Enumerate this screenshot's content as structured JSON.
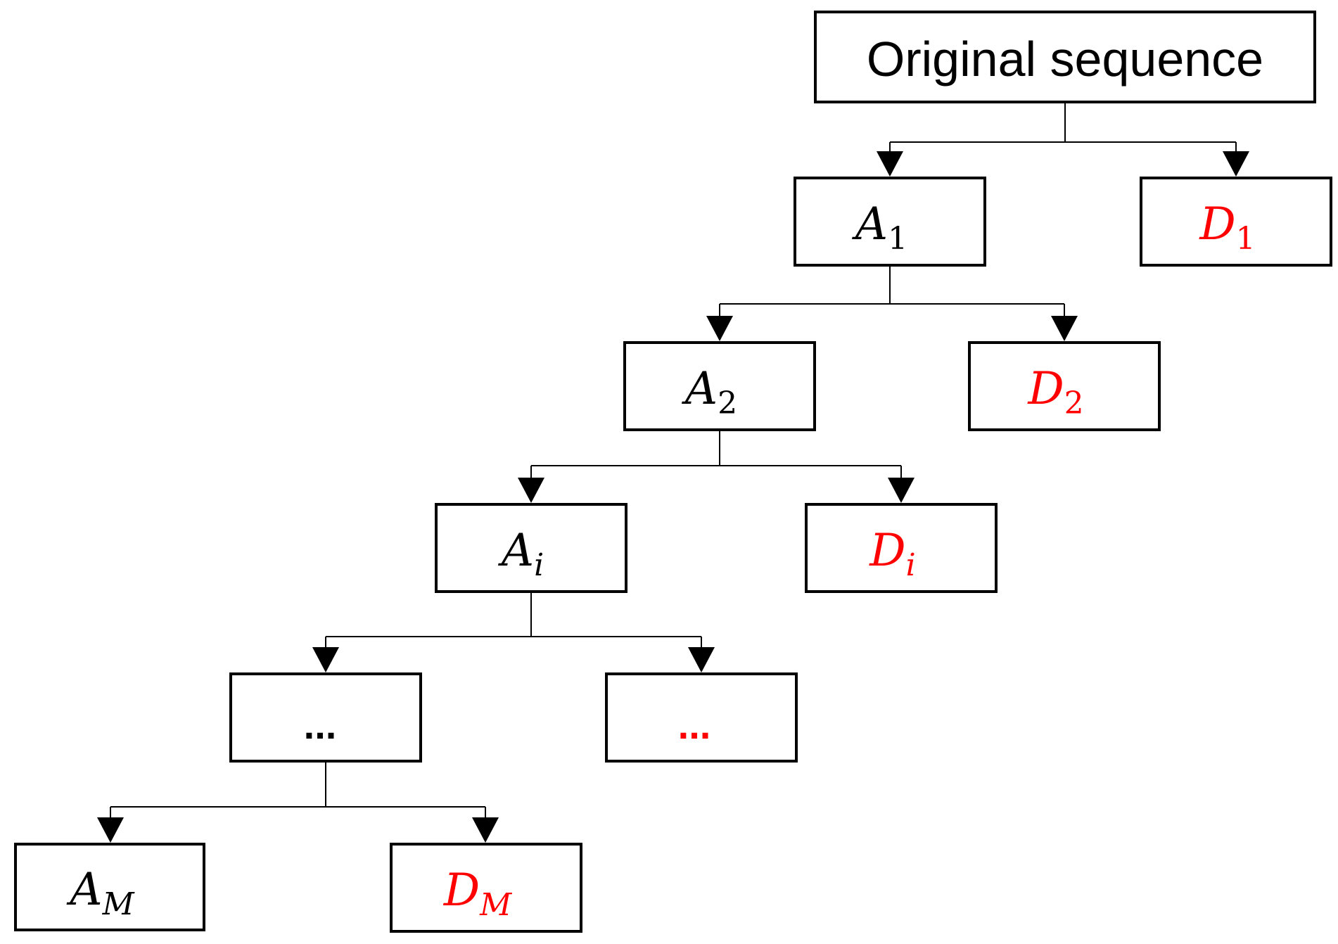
{
  "colors": {
    "approx": "#000000",
    "detail": "#ff0000",
    "line": "#000000"
  },
  "root": {
    "label": "Original sequence"
  },
  "levels": [
    {
      "approx": {
        "main": "A",
        "sub": "1"
      },
      "detail": {
        "main": "D",
        "sub": "1"
      }
    },
    {
      "approx": {
        "main": "A",
        "sub": "2"
      },
      "detail": {
        "main": "D",
        "sub": "2"
      }
    },
    {
      "approx": {
        "main": "A",
        "sub": "i"
      },
      "detail": {
        "main": "D",
        "sub": "i"
      }
    },
    {
      "approx": {
        "main": "...",
        "sub": ""
      },
      "detail": {
        "main": "...",
        "sub": ""
      }
    },
    {
      "approx": {
        "main": "A",
        "sub": "M"
      },
      "detail": {
        "main": "D",
        "sub": "M"
      }
    }
  ]
}
